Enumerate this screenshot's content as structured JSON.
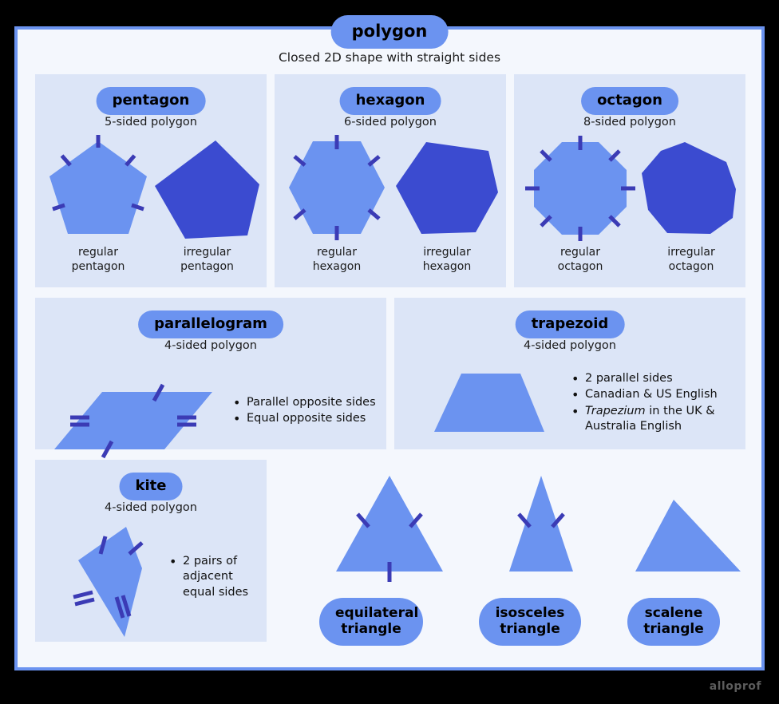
{
  "poster": {
    "title": "polygon",
    "subtitle": "Closed 2D shape with straight sides",
    "watermark": "alloprof"
  },
  "colors": {
    "background": "#000000",
    "card": "#f4f7fd",
    "border": "#6b93f0",
    "panel": "#dce5f7",
    "shape_light": "#6b93f0",
    "shape_dark": "#3b4bd0",
    "tick": "#3b3bb5",
    "badge": "#6b93f0",
    "text": "#111111"
  },
  "panels": {
    "pentagon": {
      "name": "pentagon",
      "sides": "5-sided polygon",
      "regular_caption": "regular\npentagon",
      "regular_caption_line1": "regular",
      "regular_caption_line2": "pentagon",
      "irregular_caption_line1": "irregular",
      "irregular_caption_line2": "pentagon",
      "tick_count": 5
    },
    "hexagon": {
      "name": "hexagon",
      "sides": "6-sided polygon",
      "regular_caption_line1": "regular",
      "regular_caption_line2": "hexagon",
      "irregular_caption_line1": "irregular",
      "irregular_caption_line2": "hexagon",
      "tick_count": 6
    },
    "octagon": {
      "name": "octagon",
      "sides": "8-sided polygon",
      "regular_caption_line1": "regular",
      "regular_caption_line2": "octagon",
      "irregular_caption_line1": "irregular",
      "irregular_caption_line2": "octagon",
      "tick_count": 8
    },
    "parallelogram": {
      "name": "parallelogram",
      "sides": "4-sided polygon",
      "bullets": [
        "Parallel opposite sides",
        "Equal opposite sides"
      ]
    },
    "trapezoid": {
      "name": "trapezoid",
      "sides": "4-sided polygon",
      "bullets": [
        "2 parallel sides",
        "Canadian & US English"
      ],
      "bullet3_italic": "Trapezium",
      "bullet3_rest": " in the UK &",
      "bullet3_line2": "Australia English"
    },
    "kite": {
      "name": "kite",
      "sides": "4-sided polygon",
      "bullet_line1": "2 pairs of",
      "bullet_line2": "adjacent",
      "bullet_line3": "equal sides"
    }
  },
  "triangles": [
    {
      "label_line1": "equilateral",
      "label_line2": "triangle",
      "tick_count": 3
    },
    {
      "label_line1": "isosceles",
      "label_line2": "triangle",
      "tick_count": 2
    },
    {
      "label_line1": "scalene",
      "label_line2": "triangle",
      "tick_count": 0
    }
  ]
}
